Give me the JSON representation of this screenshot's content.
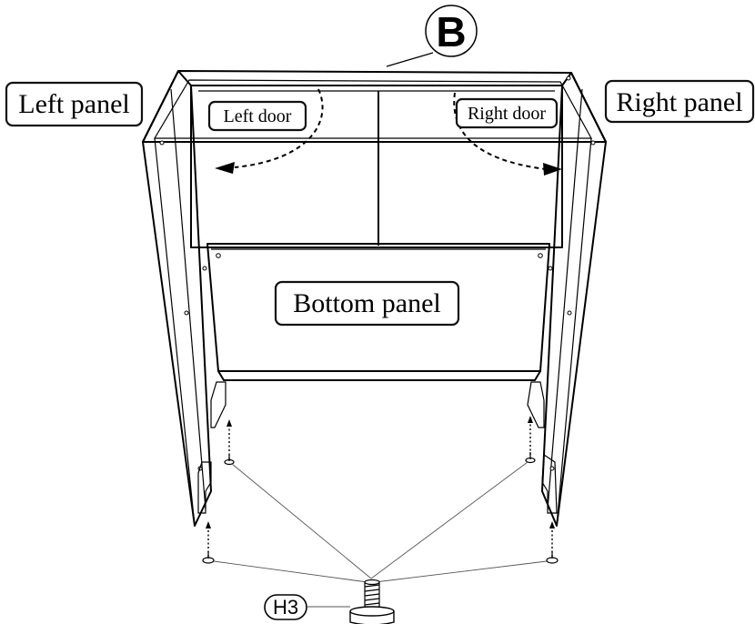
{
  "labels": {
    "top_part": "B",
    "left_panel": "Left panel",
    "right_panel": "Right panel",
    "left_door": "Left door",
    "right_door": "Right door",
    "bottom_panel": "Bottom panel",
    "hardware": "H3"
  }
}
